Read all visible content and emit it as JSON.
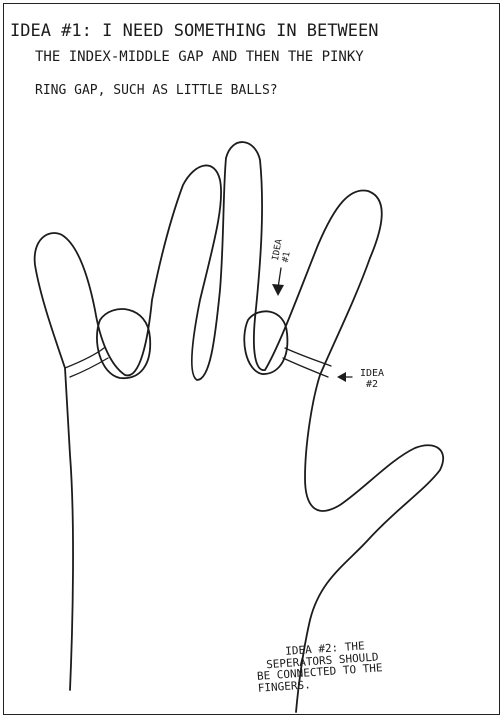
{
  "header_note": {
    "line1": "IDEA #1: I NEED SOMETHING IN BETWEEN",
    "line2": "THE INDEX-MIDDLE GAP AND THEN THE PINKY",
    "line3": "RING GAP, SUCH AS LITTLE BALLS?"
  },
  "label_idea1": {
    "line1": "IDEA",
    "line2": "#1"
  },
  "label_idea2": {
    "line1": "IDEA",
    "line2": "#2"
  },
  "footer_note": {
    "line1": "IDEA #2: THE",
    "line2": "SEPERATORS SHOULD",
    "line3": "BE CONNECTED TO THE",
    "line4": "FINGERS."
  }
}
